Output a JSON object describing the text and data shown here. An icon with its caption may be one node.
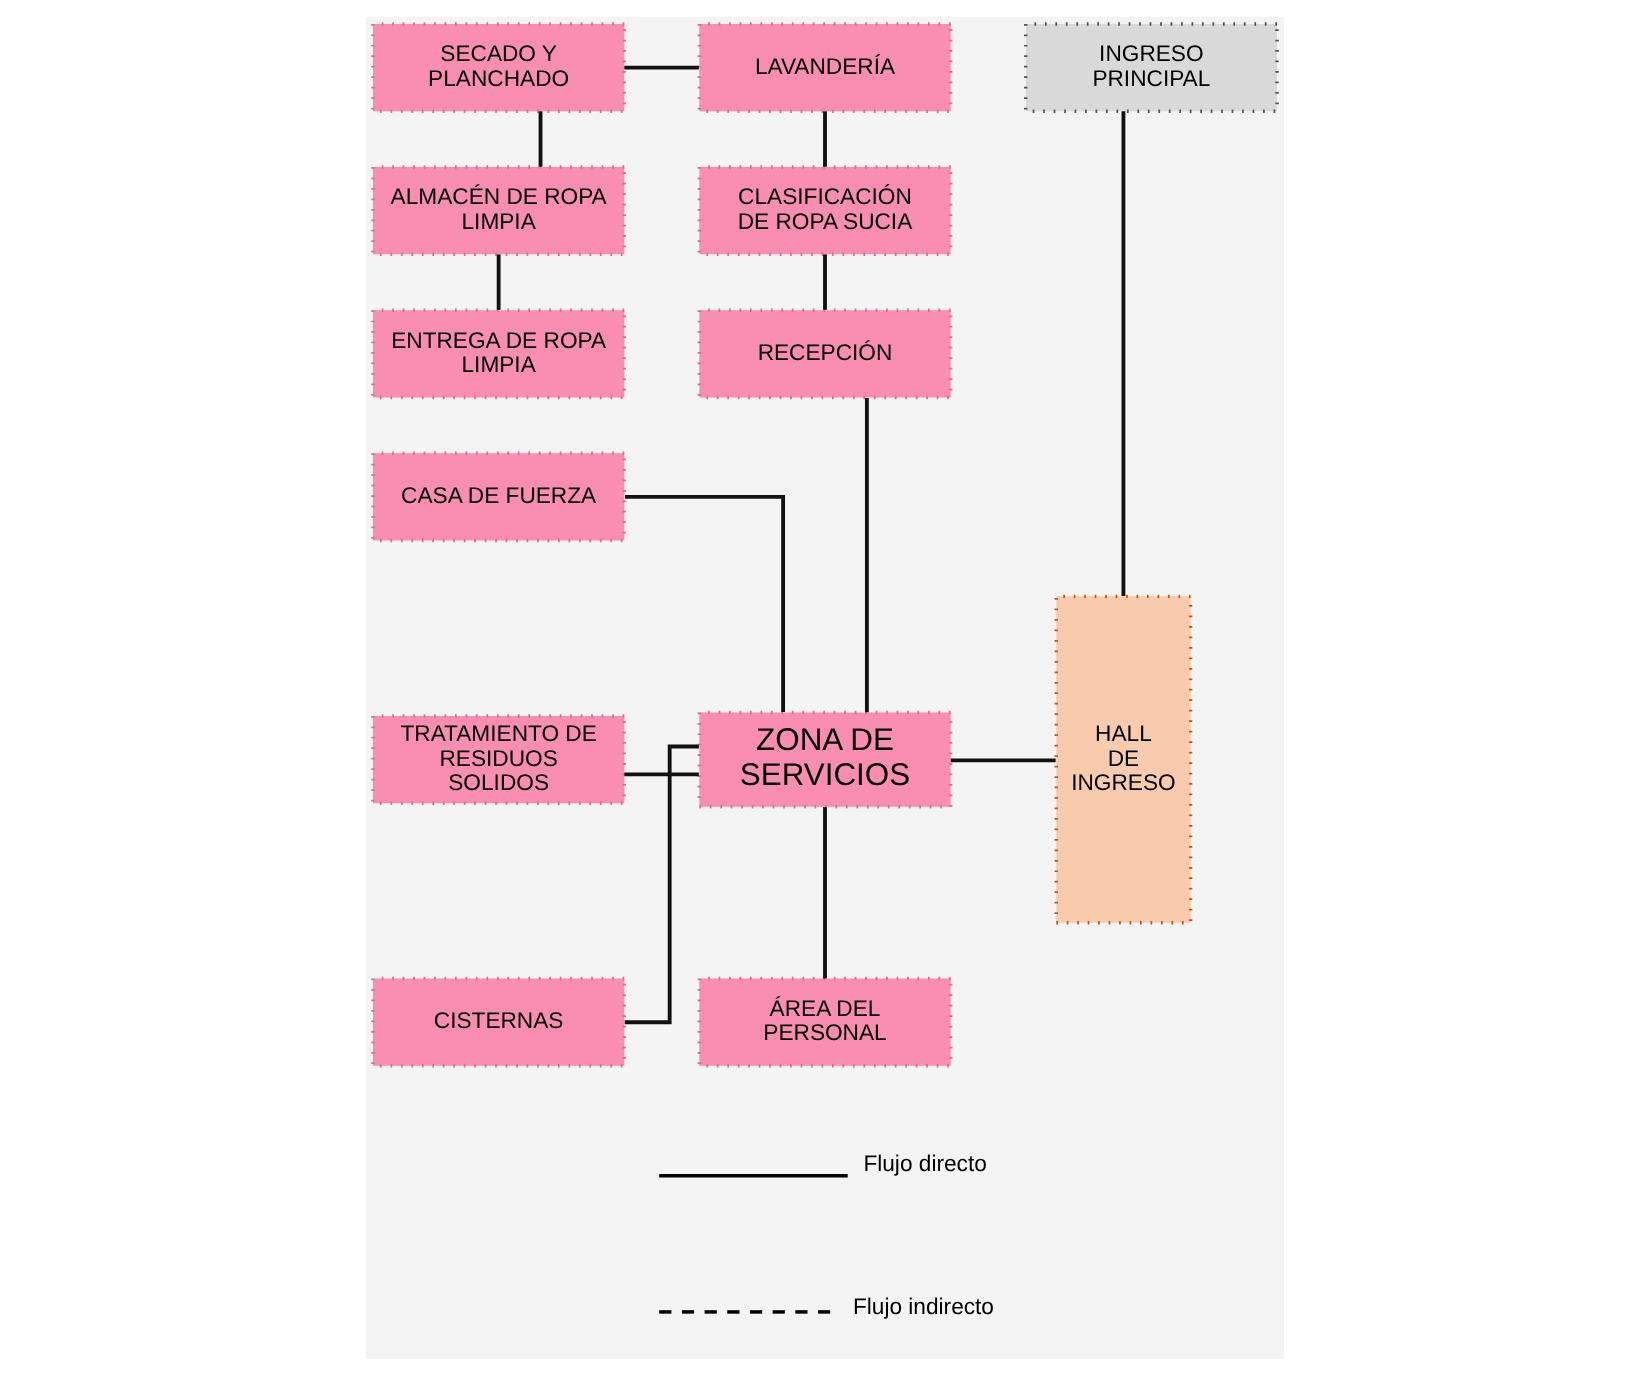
{
  "diagram": {
    "nodes": [
      {
        "text": [
          "INGRESO PRINCIPAL"
        ]
      },
      {
        "text": [
          "SECADO Y PLANCHADO"
        ]
      },
      {
        "text": [
          "LAVANDERÍA"
        ]
      },
      {
        "text": [
          "ALMACÉN DE ROPA LIMPIA"
        ]
      },
      {
        "text": [
          "CLASIFICACIÓN DE ROPA SUCIA"
        ]
      },
      {
        "text": [
          "ENTREGA DE ROPA LIMPIA"
        ]
      },
      {
        "text": [
          "RECEPCIÓN"
        ]
      },
      {
        "text": [
          "HALL DE INGRESO"
        ]
      },
      {
        "text": [
          "CASA DE FUERZA"
        ]
      },
      {
        "text": [
          "TRATAMIENTO DE RESIDUOS SOLIDOS"
        ]
      },
      {
        "text": [
          "ZONA DE SERVICIOS"
        ]
      },
      {
        "text": [
          "CISTERNAS"
        ]
      },
      {
        "text": [
          "ÁREA DEL PERSONAL"
        ]
      }
    ],
    "edges": [
      {
        "from": 0,
        "to": 7,
        "arrow": "none"
      },
      {
        "from": 1,
        "to": 2,
        "arrow": "none"
      },
      {
        "from": 1,
        "to": 3,
        "arrow": "none"
      },
      {
        "from": 3,
        "to": 5,
        "arrow": "none"
      },
      {
        "from": 2,
        "to": 4,
        "arrow": "none"
      },
      {
        "from": 4,
        "to": 6,
        "arrow": "none"
      },
      {
        "from": 6,
        "to": 10,
        "arrow": "none"
      },
      {
        "from": 10,
        "to": 7,
        "arrow": "none"
      },
      {
        "from": 8,
        "to": 10,
        "arrow": "none"
      },
      {
        "from": 9,
        "to": 10,
        "arrow": "none"
      },
      {
        "from": 11,
        "to": 10,
        "arrow": "none"
      },
      {
        "from": 10,
        "to": 12,
        "arrow": "none"
      }
    ],
    "legend": [
      {
        "text": "Flujo directo"
      },
      {
        "text": "Flujo indirecto"
      }
    ]
  }
}
